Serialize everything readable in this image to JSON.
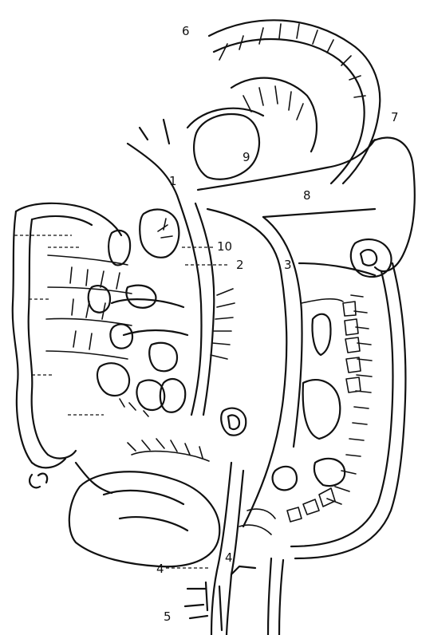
{
  "labels": {
    "l1": "1",
    "l2": "2",
    "l3": "3",
    "l4a": "4",
    "l4b": "4",
    "l5": "5",
    "l6": "6",
    "l7": "7",
    "l8": "8",
    "l9": "9",
    "l10": "10"
  },
  "colors": {
    "ink": "#111111",
    "paper": "#ffffff"
  }
}
